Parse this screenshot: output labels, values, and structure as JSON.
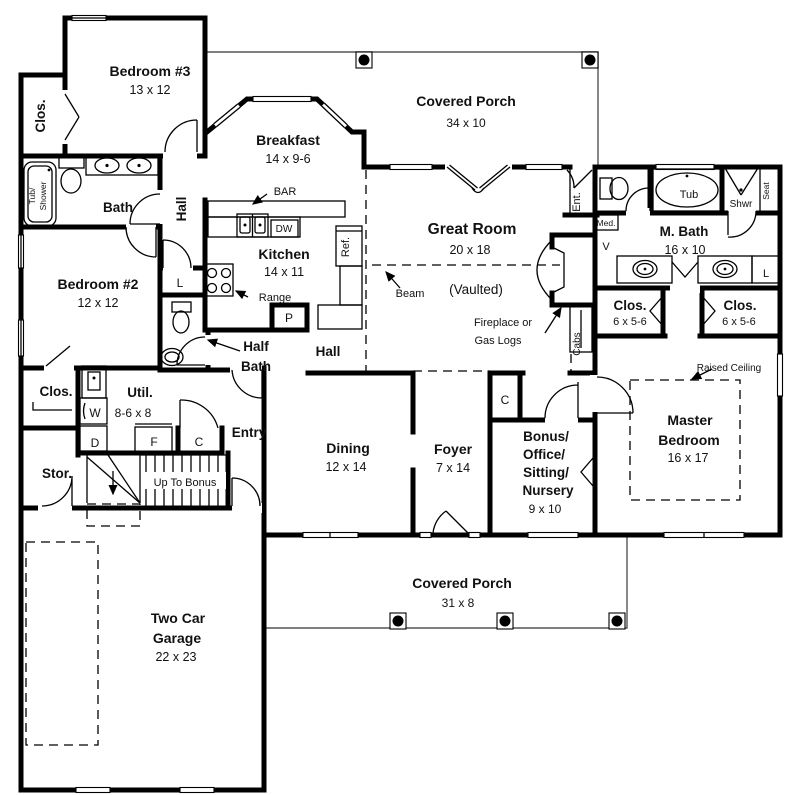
{
  "plan": {
    "rooms": {
      "bedroom3": {
        "name": "Bedroom #3",
        "dims": "13 x 12"
      },
      "porch_top": {
        "name": "Covered Porch",
        "dims": "34 x 10"
      },
      "breakfast": {
        "name": "Breakfast",
        "dims": "14 x 9-6"
      },
      "great_room": {
        "name": "Great Room",
        "dims": "20 x 18",
        "note": "(Vaulted)"
      },
      "kitchen": {
        "name": "Kitchen",
        "dims": "14 x 11"
      },
      "bath": {
        "name": "Bath"
      },
      "hall_upper": {
        "name": "Hall"
      },
      "hall_lower": {
        "name": "Hall"
      },
      "bedroom2": {
        "name": "Bedroom #2",
        "dims": "12 x 12"
      },
      "half_bath": {
        "line1": "Half",
        "line2": "Bath"
      },
      "closet_bd3": {
        "name": "Clos."
      },
      "closet_bd2": {
        "name": "Clos."
      },
      "tub_shower": {
        "line1": "Tub/",
        "line2": "Shower"
      },
      "util": {
        "name": "Util.",
        "dims": "8-6 x 8"
      },
      "entry": {
        "name": "Entry"
      },
      "stor": {
        "name": "Stor."
      },
      "stairs": {
        "label": "Up To Bonus"
      },
      "garage": {
        "line1": "Two Car",
        "line2": "Garage",
        "dims": "22 x 23"
      },
      "dining": {
        "name": "Dining",
        "dims": "12 x 14"
      },
      "foyer": {
        "name": "Foyer",
        "dims": "7 x 14"
      },
      "bonus": {
        "line1": "Bonus/",
        "line2": "Office/",
        "line3": "Sitting/",
        "line4": "Nursery",
        "dims": "9 x 10"
      },
      "porch_bottom": {
        "name": "Covered Porch",
        "dims": "31 x 8"
      },
      "m_bath": {
        "name": "M. Bath",
        "dims": "16 x 10"
      },
      "master": {
        "line1": "Master",
        "line2": "Bedroom",
        "dims": "16 x 17"
      },
      "closet_m_left": {
        "name": "Clos.",
        "dims": "6 x 5-6"
      },
      "closet_m_right": {
        "name": "Clos.",
        "dims": "6 x 5-6"
      }
    },
    "labels": {
      "bar": "BAR",
      "dw": "DW",
      "range": "Range",
      "ref": "Ref.",
      "pantry": "P",
      "linen_hall": "L",
      "linen_mbath": "L",
      "washer": "W",
      "dryer": "D",
      "freezer": "F",
      "closet_c_util": "C",
      "closet_c_hall": "C",
      "beam": "Beam",
      "fireplace1": "Fireplace or",
      "fireplace2": "Gas Logs",
      "ent": "Ent.",
      "cabs": "Cabs",
      "med": "Med.",
      "vanity": "V",
      "tub": "Tub",
      "shwr": "Shwr",
      "seat": "Seat",
      "raised_ceiling": "Raised Ceiling"
    }
  }
}
